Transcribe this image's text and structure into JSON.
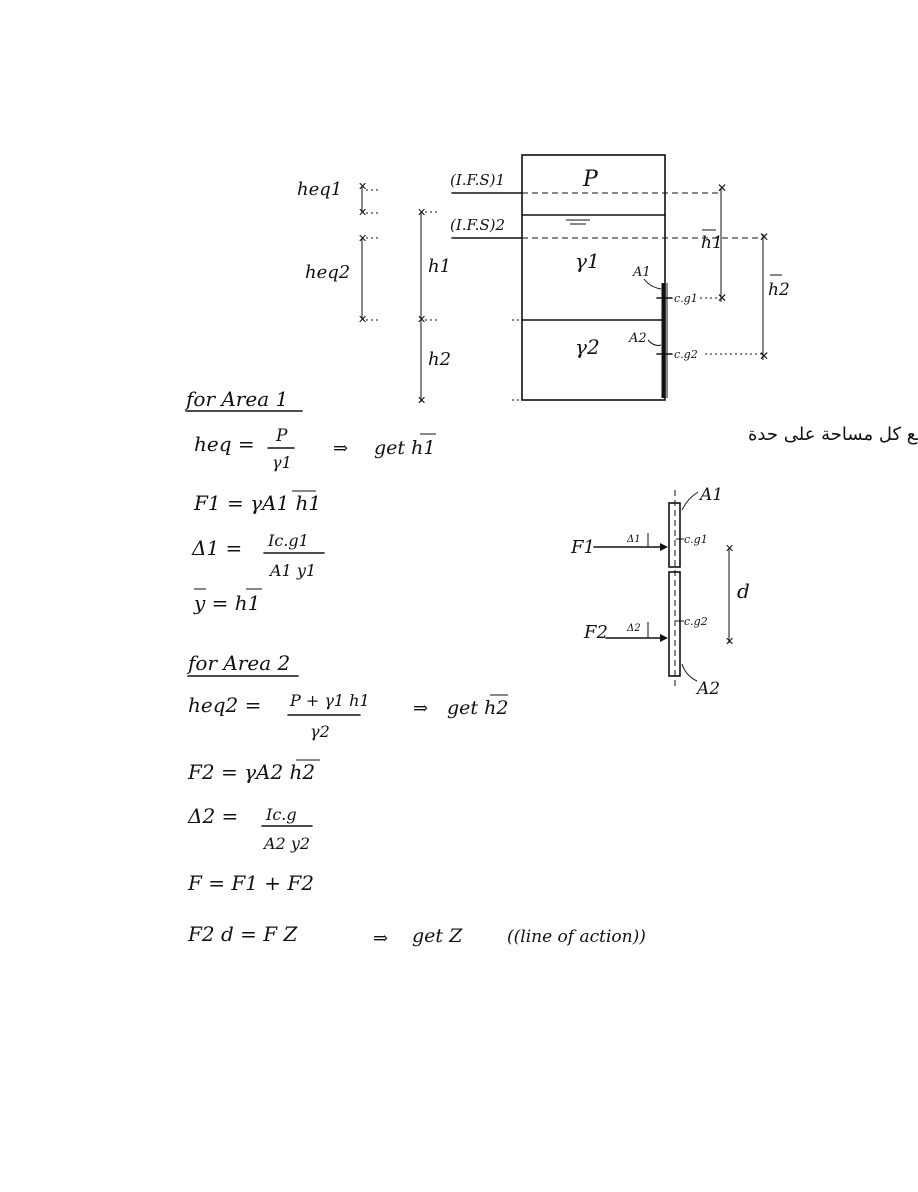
{
  "tank": {
    "p": "P",
    "ifs1": "(I.F.S)1",
    "ifs2": "(I.F.S)2",
    "gamma1": "γ1",
    "gamma2": "γ2",
    "a1": "A1",
    "a2": "A2",
    "cg1": "c.g1",
    "cg2": "c.g2",
    "heq1": "heq1",
    "heq2": "heq2",
    "h1": "h1",
    "h2": "h2",
    "h1bar": "h1",
    "h2bar": "h2"
  },
  "note_arabic": "نتعامل مع كل مساحة على حدة",
  "area1": {
    "heading": "for Area 1",
    "eq_heq_lhs": "heq =",
    "eq_heq_num": "P",
    "eq_heq_den": "γ1",
    "eq_heq_arrow": "⇒",
    "eq_heq_get": "get h1",
    "eq_f1": "F1 = γA1 h1",
    "eq_delta_lhs": "Δ1 =",
    "eq_delta_num": "Ic.g1",
    "eq_delta_den": "A1 y1",
    "eq_y": "y = h1"
  },
  "force_diagram": {
    "a1": "A1",
    "a2": "A2",
    "f1": "F1",
    "f2": "F2",
    "d1": "Δ1",
    "d2": "Δ2",
    "cg1": "c.g1",
    "cg2": "c.g2",
    "d": "d"
  },
  "area2": {
    "heading": "for Area 2",
    "eq_heq_lhs": "heq2 =",
    "eq_heq_num": "P + γ1 h1",
    "eq_heq_den": "γ2",
    "eq_heq_arrow": "⇒",
    "eq_heq_get": "get h2",
    "eq_f2": "F2 = γA2 h2",
    "eq_delta_lhs": "Δ2 =",
    "eq_delta_num": "Ic.g",
    "eq_delta_den": "A2 y2",
    "eq_f": "F = F1 + F2",
    "eq_moment": "F2 d = F Z",
    "eq_moment_arrow": "⇒",
    "eq_moment_get": "get Z",
    "eq_moment_note": "((line of action))"
  }
}
